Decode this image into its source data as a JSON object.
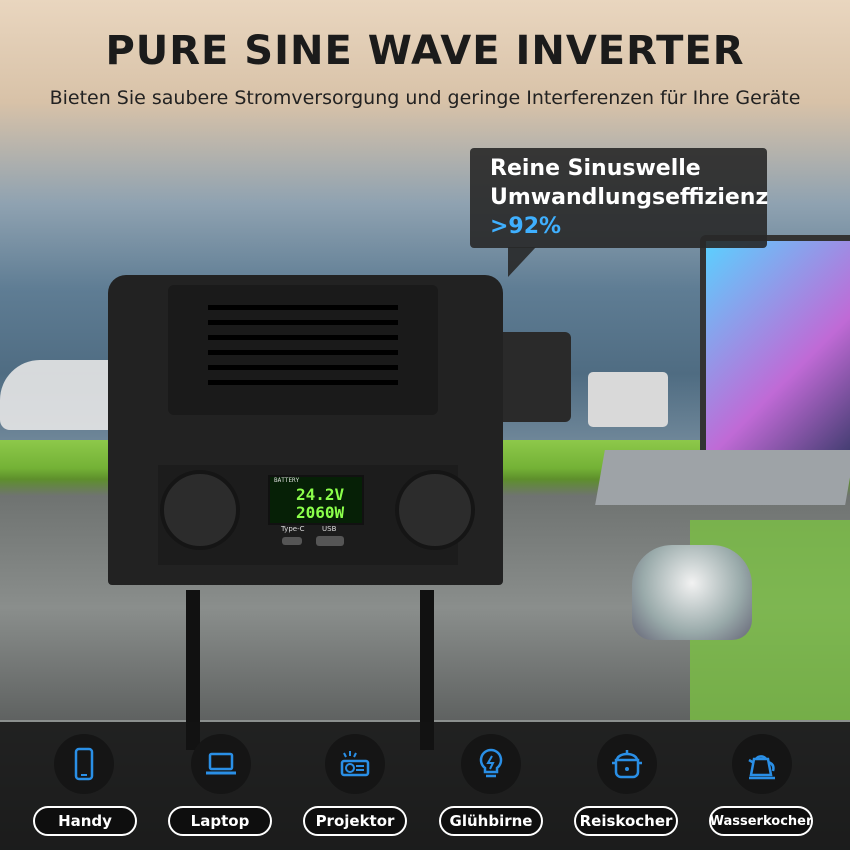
{
  "header": {
    "title": "PURE SINE WAVE INVERTER",
    "subtitle": "Bieten Sie saubere Stromversorgung und geringe Interferenzen für Ihre Geräte"
  },
  "callout": {
    "line1": "Reine Sinuswelle",
    "line2": "Umwandlungseffizienz",
    "line3": ">92%"
  },
  "display": {
    "battery_label": "BATTERY",
    "voltage": "24.2V",
    "wattage": "2060W"
  },
  "ports": {
    "type_c_label": "Type-C",
    "usb_label": "USB"
  },
  "appliances": [
    {
      "label": "Handy",
      "icon": "phone-icon"
    },
    {
      "label": "Laptop",
      "icon": "laptop-icon"
    },
    {
      "label": "Projektor",
      "icon": "projector-icon"
    },
    {
      "label": "Glühbirne",
      "icon": "lightbulb-icon"
    },
    {
      "label": "Reiskocher",
      "icon": "rice-cooker-icon"
    },
    {
      "label": "Wasserkocher",
      "icon": "kettle-icon"
    }
  ],
  "colors": {
    "accent": "#3fb0ff",
    "icon_blue": "#2a8fe6",
    "lcd_green": "#8bff4b"
  }
}
